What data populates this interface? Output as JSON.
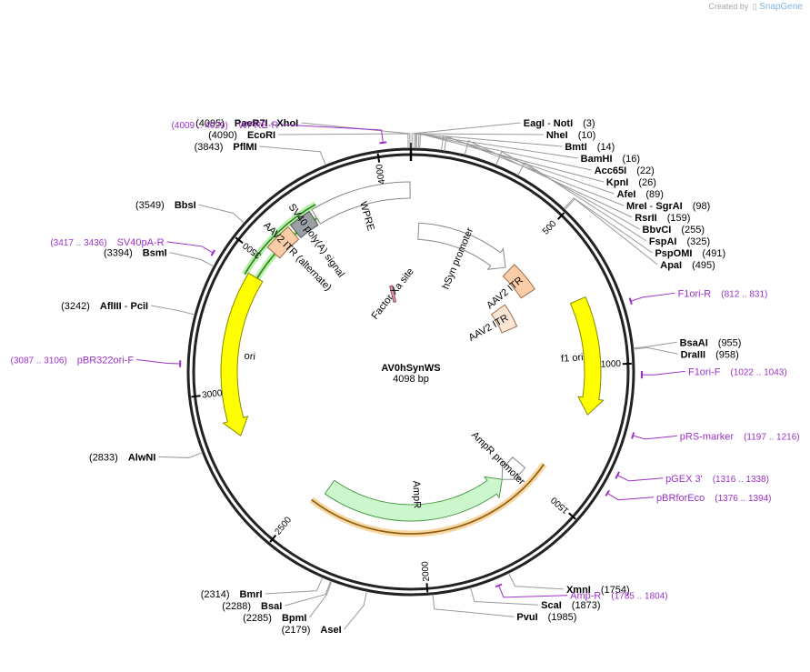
{
  "brand": {
    "created_by": "Created by",
    "name": "SnapGene"
  },
  "plasmid": {
    "name": "AV0hSynWS",
    "size_label": "4098 bp",
    "length": 4098
  },
  "ticks": [
    "500",
    "1000",
    "1500",
    "2000",
    "2500",
    "3000",
    "3500",
    "4000"
  ],
  "sites": [
    {
      "name": "EagI",
      "sep": " - ",
      "name2": "NotI",
      "pos_label": "(3)",
      "pos": 3,
      "side": "right"
    },
    {
      "name": "NheI",
      "pos_label": "(10)",
      "pos": 10,
      "side": "right"
    },
    {
      "name": "BmtI",
      "pos_label": "(14)",
      "pos": 14,
      "side": "right"
    },
    {
      "name": "BamHI",
      "pos_label": "(16)",
      "pos": 16,
      "side": "right"
    },
    {
      "name": "Acc65I",
      "pos_label": "(22)",
      "pos": 22,
      "side": "right"
    },
    {
      "name": "KpnI",
      "pos_label": "(26)",
      "pos": 26,
      "side": "right"
    },
    {
      "name": "AfeI",
      "pos_label": "(89)",
      "pos": 89,
      "side": "right"
    },
    {
      "name": "MreI",
      "sep": " - ",
      "name2": "SgrAI",
      "pos_label": "(98)",
      "pos": 98,
      "side": "right"
    },
    {
      "name": "RsrII",
      "pos_label": "(159)",
      "pos": 159,
      "side": "right"
    },
    {
      "name": "BbvCI",
      "pos_label": "(255)",
      "pos": 255,
      "side": "right"
    },
    {
      "name": "FspAI",
      "pos_label": "(325)",
      "pos": 325,
      "side": "right"
    },
    {
      "name": "PspOMI",
      "pos_label": "(491)",
      "pos": 491,
      "side": "right"
    },
    {
      "name": "ApaI",
      "pos_label": "(495)",
      "pos": 495,
      "side": "right"
    },
    {
      "name": "BsaAI",
      "pos_label": "(955)",
      "pos": 955,
      "side": "right"
    },
    {
      "name": "DraIII",
      "pos_label": "(958)",
      "pos": 958,
      "side": "right"
    },
    {
      "name": "XmnI",
      "pos_label": "(1754)",
      "pos": 1754,
      "side": "right"
    },
    {
      "name": "ScaI",
      "pos_label": "(1873)",
      "pos": 1873,
      "side": "right"
    },
    {
      "name": "PvuI",
      "pos_label": "(1985)",
      "pos": 1985,
      "side": "right"
    },
    {
      "name": "AseI",
      "pos_label": "(2179)",
      "pos": 2179,
      "side": "left"
    },
    {
      "name": "BpmI",
      "pos_label": "(2285)",
      "pos": 2285,
      "side": "left"
    },
    {
      "name": "BsaI",
      "pos_label": "(2288)",
      "pos": 2288,
      "side": "left"
    },
    {
      "name": "BmrI",
      "pos_label": "(2314)",
      "pos": 2314,
      "side": "left"
    },
    {
      "name": "AlwNI",
      "pos_label": "(2833)",
      "pos": 2833,
      "side": "left"
    },
    {
      "name": "AflIII",
      "sep": " - ",
      "name2": "PciI",
      "pos_label": "(3242)",
      "pos": 3242,
      "side": "left"
    },
    {
      "name": "BsmI",
      "pos_label": "(3394)",
      "pos": 3394,
      "side": "left"
    },
    {
      "name": "BbsI",
      "pos_label": "(3549)",
      "pos": 3549,
      "side": "left"
    },
    {
      "name": "PflMI",
      "pos_label": "(3843)",
      "pos": 3843,
      "side": "left"
    },
    {
      "name": "EcoRI",
      "pos_label": "(4090)",
      "pos": 4090,
      "side": "left"
    },
    {
      "name": "PaeR7I",
      "sep": " - ",
      "name2": "XhoI",
      "pos_label": "(4095)",
      "pos": 4095,
      "side": "left"
    }
  ],
  "primers": [
    {
      "name": "F1ori-R",
      "range": "(812 .. 831)",
      "start": 812,
      "end": 831,
      "side": "right"
    },
    {
      "name": "F1ori-F",
      "range": "(1022 .. 1043)",
      "start": 1022,
      "end": 1043,
      "side": "right"
    },
    {
      "name": "pRS-marker",
      "range": "(1197 .. 1216)",
      "start": 1197,
      "end": 1216,
      "side": "right"
    },
    {
      "name": "pGEX 3'",
      "range": "(1316 .. 1338)",
      "start": 1316,
      "end": 1338,
      "side": "right"
    },
    {
      "name": "pBRforEco",
      "range": "(1376 .. 1394)",
      "start": 1376,
      "end": 1394,
      "side": "right"
    },
    {
      "name": "Amp-R",
      "range": "(1785 .. 1804)",
      "start": 1785,
      "end": 1804,
      "side": "right"
    },
    {
      "name": "pBR322ori-F",
      "range": "(3087 .. 3106)",
      "start": 3087,
      "end": 3106,
      "side": "left"
    },
    {
      "name": "SV40pA-R",
      "range": "(3417 .. 3436)",
      "start": 3417,
      "end": 3436,
      "side": "left"
    },
    {
      "name": "WPRE-R",
      "range": "(4009 .. 4029)",
      "start": 4009,
      "end": 4029,
      "side": "left"
    }
  ],
  "features": [
    {
      "name": "hSyn promoter",
      "start": 35,
      "end": 480,
      "dir": "cw",
      "color": "#ffffff",
      "stroke": "#888888",
      "ring": "r2"
    },
    {
      "name": "AAV2 ITR",
      "start": 500,
      "end": 640,
      "dir": "none",
      "color": "#fbcca8",
      "stroke": "#a0704a",
      "ring": "r2"
    },
    {
      "name": "AAV2 ITR",
      "start": 620,
      "end": 760,
      "dir": "none",
      "color": "#fde6d4",
      "stroke": "#a0704a",
      "ring": "r3"
    },
    {
      "name": "f1 ori",
      "start": 760,
      "end": 1180,
      "dir": "cw",
      "color": "#ffff00",
      "stroke": "#888800",
      "ring": "r1"
    },
    {
      "name": "AmpR promoter",
      "start": 1480,
      "end": 1590,
      "dir": "cw",
      "color": "#ffffff",
      "stroke": "#888888",
      "ring": "r2"
    },
    {
      "name": "AmpR",
      "start": 1590,
      "end": 2450,
      "dir": "ccw",
      "color": "#ccf7cc",
      "stroke": "#4a9a4a",
      "ring": "r2"
    },
    {
      "name": "ori",
      "start": 2840,
      "end": 3430,
      "dir": "ccw",
      "color": "#ffff00",
      "stroke": "#888800",
      "ring": "r1"
    },
    {
      "name": "AAV2 ITR (alternate)",
      "start": 3540,
      "end": 3640,
      "dir": "none",
      "color": "#fbcca8",
      "stroke": "#a0704a",
      "ring": "r1"
    },
    {
      "name": "SV40 poly(A) signal",
      "start": 3650,
      "end": 3730,
      "dir": "none",
      "color": "#9aa0a6",
      "stroke": "#555555",
      "ring": "r1"
    },
    {
      "name": "WPRE",
      "start": 3740,
      "end": 4095,
      "dir": "none",
      "color": "#ffffff",
      "stroke": "#888888",
      "ring": "r1"
    },
    {
      "name": "Factor Xa site",
      "start": 3940,
      "end": 3960,
      "dir": "none",
      "color": "#e8a0c0",
      "stroke": "#884466",
      "ring": "r4"
    }
  ],
  "orfs": [
    {
      "start": 3760,
      "end": 3420,
      "ring": "o1"
    },
    {
      "start": 3780,
      "end": 3400,
      "ring": "o2"
    },
    {
      "start": 1420,
      "end": 2480,
      "ring": "o3"
    }
  ]
}
